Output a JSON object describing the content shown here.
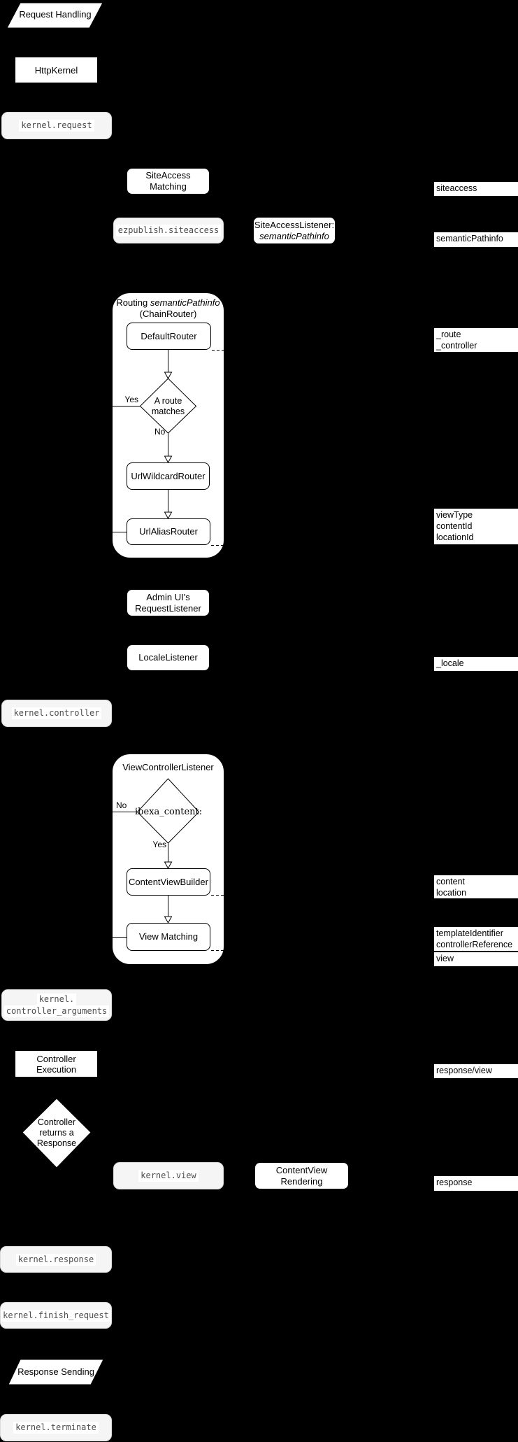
{
  "diagram_title": "Request Handling",
  "colors": {
    "background": "#000000",
    "node_fill": "#ffffff",
    "node_border": "#000000",
    "event_fill": "#f5f5f5",
    "event_border": "#dcdcdc",
    "event_text": "#4d4d4d",
    "label_bg": "#ffffff",
    "label_text": "#000000"
  },
  "nodes": {
    "request_handling": {
      "label": "Request Handling"
    },
    "http_kernel": {
      "label": "HttpKernel"
    },
    "kernel_request": {
      "label": "kernel.request"
    },
    "siteaccess_matching": {
      "label": "SiteAccess Matching"
    },
    "ezpublish_siteaccess": {
      "label": "ezpublish.siteaccess"
    },
    "siteaccess_listener": {
      "line1": "SiteAccessListener:",
      "line2": "semanticPathinfo"
    },
    "routing_container": {
      "title_plain": "Routing ",
      "title_italic": "semanticPathinfo",
      "title_line2": "(ChainRouter)"
    },
    "default_router": {
      "label": "DefaultRouter"
    },
    "route_matches_decision": {
      "line1": "A route",
      "line2": "matches",
      "yes": "Yes",
      "no": "No"
    },
    "url_wildcard_router": {
      "label": "UrlWildcardRouter"
    },
    "url_alias_router": {
      "label": "UrlAliasRouter"
    },
    "admin_request_listener": {
      "line1": "Admin UI's",
      "line2": "RequestListener"
    },
    "locale_listener": {
      "label": "LocaleListener"
    },
    "kernel_controller": {
      "label": "kernel.controller"
    },
    "view_controller_listener": {
      "title": "ViewControllerListener"
    },
    "ibexa_content_decision": {
      "label": "ibexa_content:",
      "yes": "Yes",
      "no": "No"
    },
    "content_view_builder": {
      "label": "ContentViewBuilder"
    },
    "view_matching": {
      "label": "View Matching"
    },
    "kernel_controller_arguments": {
      "line1": "kernel.",
      "line2": "controller_arguments"
    },
    "controller_execution": {
      "label": "Controller Execution"
    },
    "controller_returns_decision": {
      "line1": "Controller",
      "line2": "returns a",
      "line3": "Response"
    },
    "kernel_view": {
      "label": "kernel.view"
    },
    "contentview_rendering": {
      "label": "ContentView Rendering"
    },
    "kernel_response": {
      "label": "kernel.response"
    },
    "kernel_finish_request": {
      "label": "kernel.finish_request"
    },
    "response_sending": {
      "label": "Response Sending"
    },
    "kernel_terminate": {
      "label": "kernel.terminate"
    }
  },
  "side_labels": {
    "siteaccess": {
      "lines": [
        "siteaccess"
      ]
    },
    "semantic_pathinfo": {
      "lines": [
        "semanticPathinfo"
      ]
    },
    "route_controller": {
      "lines": [
        "_route",
        "_controller"
      ]
    },
    "view_params": {
      "lines": [
        "viewType",
        "contentId",
        "locationId"
      ]
    },
    "locale": {
      "lines": [
        "_locale"
      ]
    },
    "content_location": {
      "lines": [
        "content",
        "location"
      ]
    },
    "template_controller": {
      "lines": [
        "templateIdentifier",
        "controllerReference"
      ]
    },
    "view": {
      "lines": [
        "view"
      ]
    },
    "response_view": {
      "lines": [
        "response/view"
      ]
    },
    "response": {
      "lines": [
        "response"
      ]
    }
  }
}
